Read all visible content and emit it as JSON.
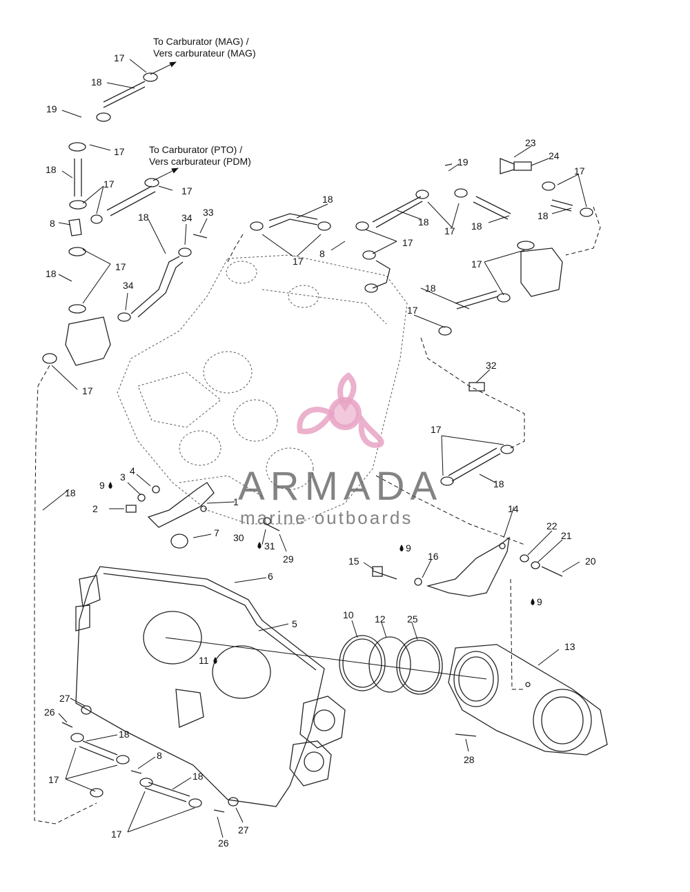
{
  "destinations": {
    "mag_line1": "To Carburator (MAG) /",
    "mag_line2": "Vers carburateur (MAG)",
    "pto_line1": "To Carburator (PTO) /",
    "pto_line2": "Vers carburateur (PDM)"
  },
  "callouts": [
    "17",
    "18",
    "19",
    "17",
    "18",
    "17",
    "17",
    "8",
    "17",
    "18",
    "34",
    "33",
    "18",
    "34",
    "17",
    "18",
    "23",
    "24",
    "17",
    "19",
    "18",
    "18",
    "18",
    "17",
    "8",
    "17",
    "17",
    "17",
    "18",
    "17",
    "18",
    "17",
    "32",
    "17",
    "18",
    "4",
    "3",
    "9",
    "2",
    "1",
    "7",
    "30",
    "31",
    "29",
    "14",
    "22",
    "21",
    "20",
    "9",
    "15",
    "16",
    "9",
    "6",
    "5",
    "10",
    "12",
    "25",
    "13",
    "11",
    "27",
    "26",
    "18",
    "8",
    "18",
    "17",
    "28",
    "17",
    "26",
    "27"
  ],
  "watermark": {
    "brand": "ARMADA",
    "tagline": "marine outboards",
    "accent_color": "#e7a3c4",
    "text_color": "#5a5a5a"
  },
  "icons": {
    "sealant": "drop-icon",
    "arrow": "arrow-icon"
  }
}
